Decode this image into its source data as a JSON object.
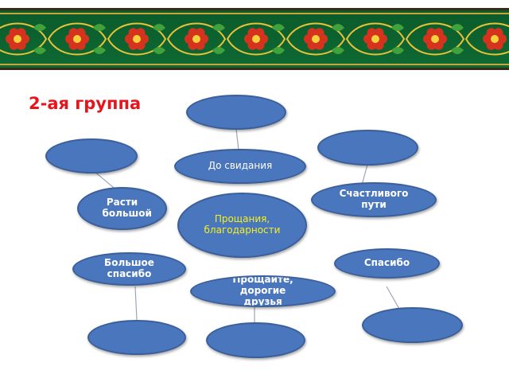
{
  "slide": {
    "title": "2-ая группа"
  },
  "nodes": {
    "center": "Прощания, благодарности",
    "do_svidaniya": "До свидания",
    "rasti": "Расти большой",
    "schastlivogo": "Счастливого пути",
    "bolshoe_spasibo": "Большое спасибо",
    "spasibo": "Спасибо",
    "proshchaite": "Прощайте, дорогие друзья"
  },
  "colors": {
    "node_fill": "#4a76bd",
    "title": "#e8141b",
    "center_text": "#f6f11c",
    "banner": "#0b5b2b"
  }
}
